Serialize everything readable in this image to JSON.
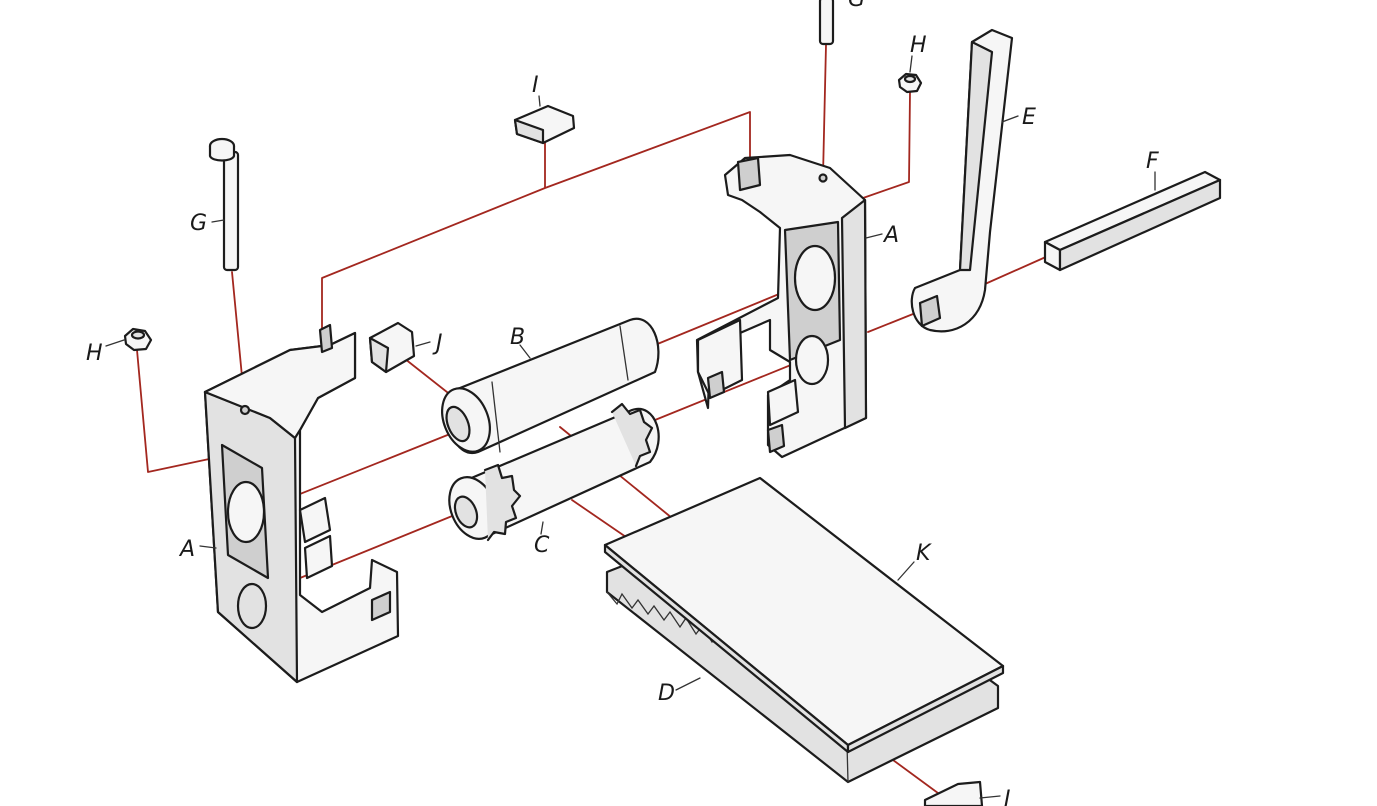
{
  "labels": {
    "A_left": "A",
    "A_right": "A",
    "B": "B",
    "C": "C",
    "D": "D",
    "E": "E",
    "F": "F",
    "G_left": "G",
    "G_top": "G",
    "H_left": "H",
    "H_right": "H",
    "I": "I",
    "J_mid": "J",
    "J_bottom": "J",
    "K": "K"
  },
  "colors": {
    "assembly_line": "#a3271f",
    "ink": "#1c1c1c",
    "part_fill": "#f6f6f6",
    "background": "#ffffff"
  }
}
